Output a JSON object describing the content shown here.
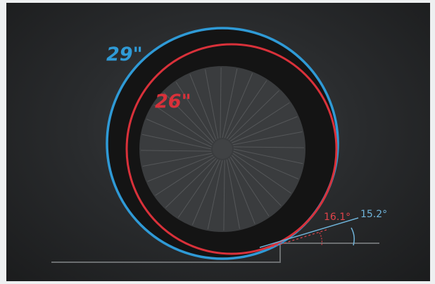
{
  "labels": {
    "wheel_29": "29\"",
    "wheel_26": "26\"",
    "angle_26": "16.1°",
    "angle_29": "15.2°"
  },
  "colors": {
    "wheel_29_blue": "#2f9ad6",
    "wheel_26_red": "#d9313a",
    "angle_29_text": "#6fb3d9",
    "angle_26_text": "#e0434a",
    "tire": "#141414",
    "rim_fill": "#3a3c3e",
    "spokes": "#555759",
    "ground": "#6b6e70"
  }
}
